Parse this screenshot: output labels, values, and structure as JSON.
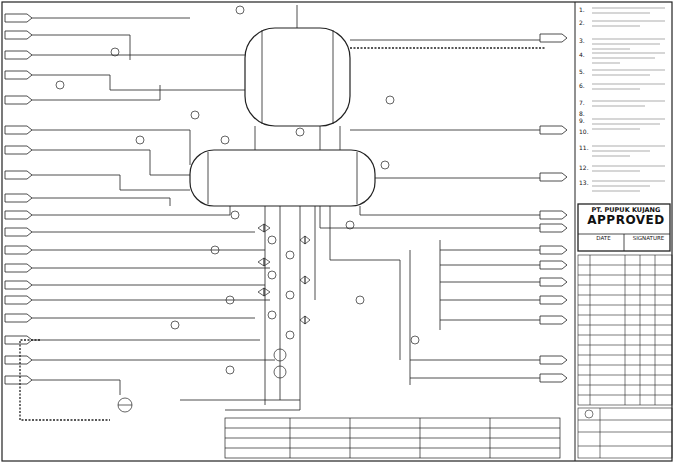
{
  "diagram": {
    "nodes": [
      {
        "text": [
          "PT. PUPUK KUJANG",
          "APPROVED"
        ]
      },
      {
        "text": [
          "DATE"
        ],
        "in": 0
      },
      {
        "text": [
          "SIGNATURE"
        ],
        "in": 0
      }
    ],
    "labels": [
      "1.",
      "2.",
      "3.",
      "4.",
      "5.",
      "6.",
      "7.",
      "8.",
      "9.",
      "10.",
      "11.",
      "12.",
      "13."
    ]
  }
}
